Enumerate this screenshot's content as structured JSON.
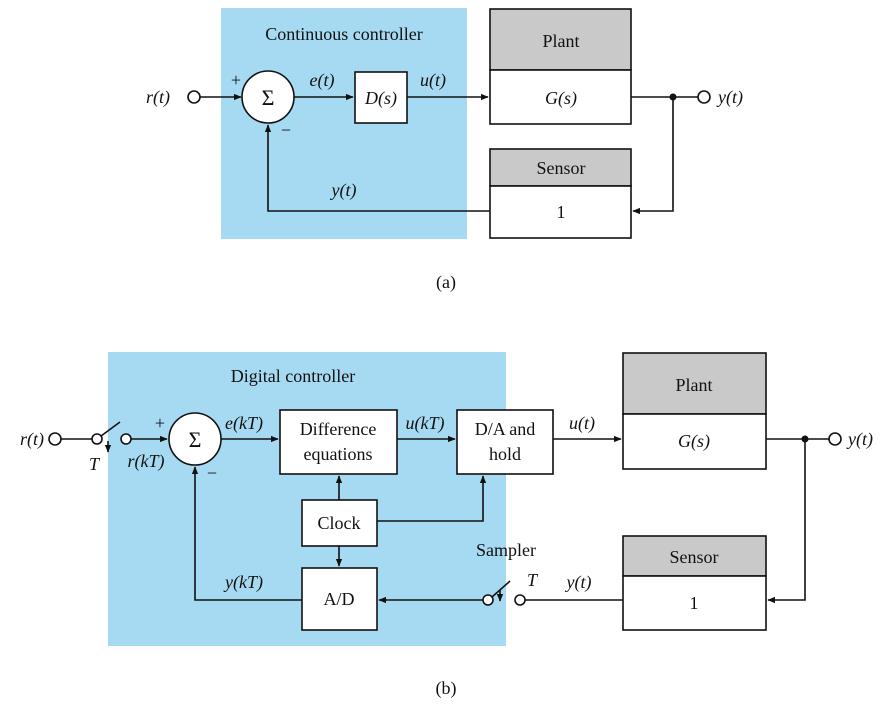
{
  "diagram_a": {
    "controller_label": "Continuous controller",
    "r": "r(t)",
    "plus": "+",
    "minus": "−",
    "sigma": "Σ",
    "e": "e(t)",
    "controller_block": "D(s)",
    "u": "u(t)",
    "plant_header": "Plant",
    "plant_body": "G(s)",
    "y_out": "y(t)",
    "sensor_header": "Sensor",
    "sensor_body": "1",
    "y_feedback": "y(t)",
    "caption": "(a)"
  },
  "diagram_b": {
    "controller_label": "Digital controller",
    "r_in": "r(t)",
    "T_switch": "T",
    "r_sampled": "r(kT)",
    "plus": "+",
    "minus": "−",
    "sigma": "Σ",
    "e": "e(kT)",
    "difference_line1": "Difference",
    "difference_line2": "equations",
    "u_k": "u(kT)",
    "dac_line1": "D/A and",
    "dac_line2": "hold",
    "u_t": "u(t)",
    "plant_header": "Plant",
    "plant_body": "G(s)",
    "y_out": "y(t)",
    "clock": "Clock",
    "adc": "A/D",
    "y_k": "y(kT)",
    "sampler": "Sampler",
    "T_sampler": "T",
    "y_sensor": "y(t)",
    "sensor_header": "Sensor",
    "sensor_body": "1",
    "caption": "(b)"
  },
  "colors": {
    "controller_background": "#a6daf2",
    "header_fill": "#c9c9c9"
  }
}
